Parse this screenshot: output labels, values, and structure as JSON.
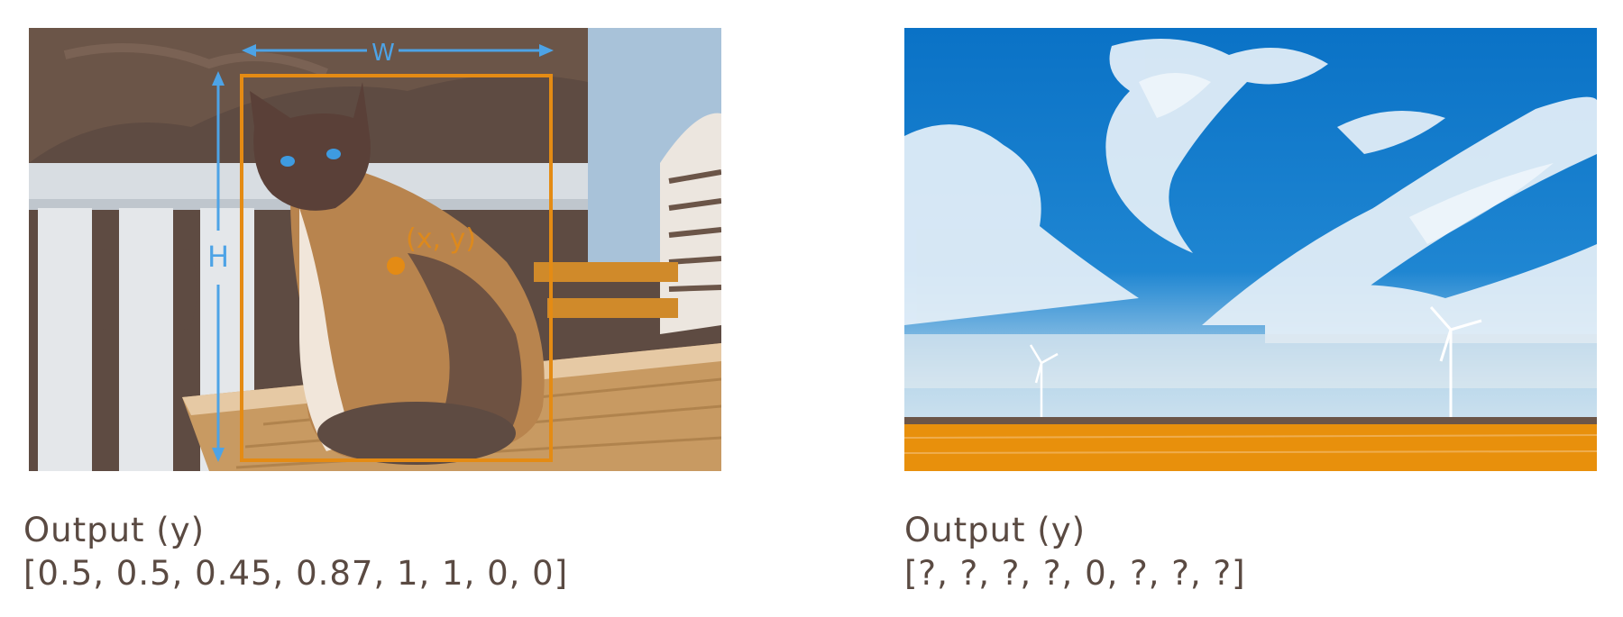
{
  "left_example": {
    "labels": {
      "width": "W",
      "height": "H",
      "center": "(x, y)"
    },
    "output_title": "Output (y)",
    "output_vector": "[0.5, 0.5, 0.45, 0.87, 1, 1, 0, 0]"
  },
  "right_example": {
    "output_title": "Output (y)",
    "output_vector": "[?, ?, ?, ?, 0, ?, ?, ?]"
  },
  "colors": {
    "bounding_box": "#e48b14",
    "annotation_arrows": "#4da3e6",
    "output_text": "#5a4a42",
    "sky": "#0a72c6",
    "field": "#e8900c"
  }
}
